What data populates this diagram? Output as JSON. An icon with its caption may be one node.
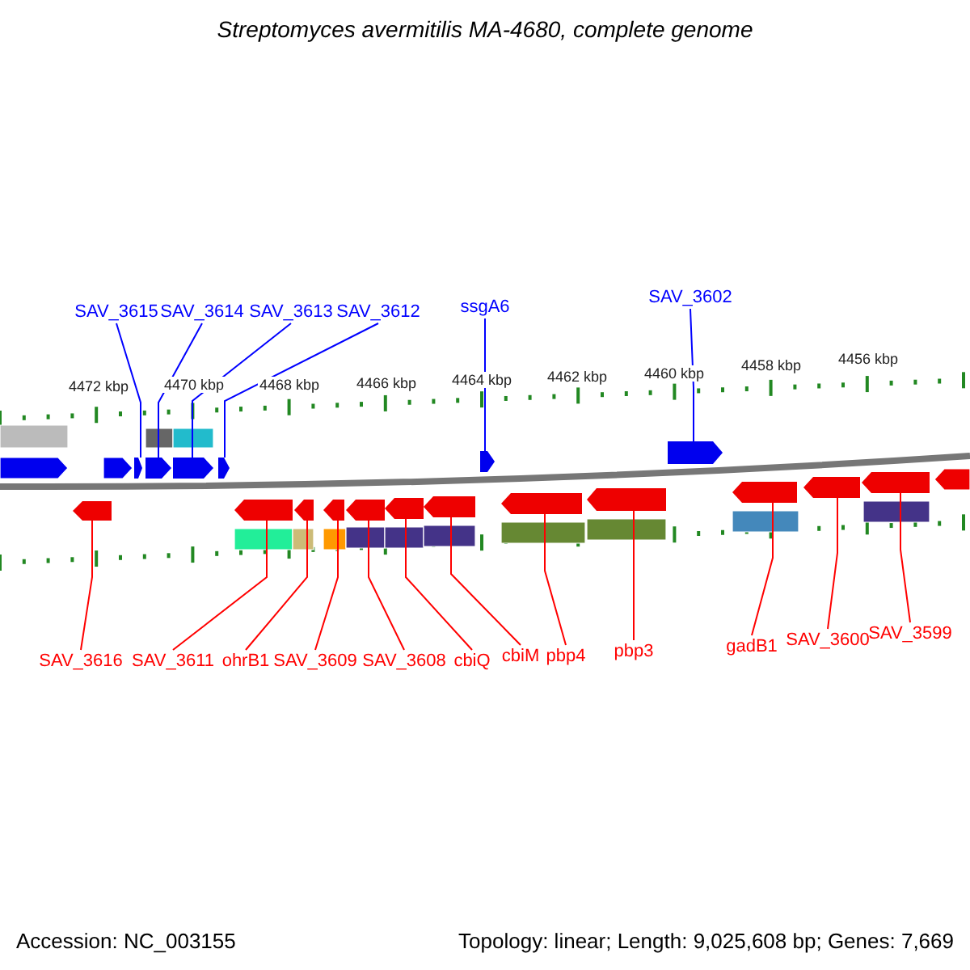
{
  "diagram": {
    "title": "Streptomyces avermitilis MA-4680, complete genome",
    "nodes": [
      {
        "text": [
          "SAV_3615"
        ]
      },
      {
        "text": [
          "SAV_3614"
        ]
      },
      {
        "text": [
          "SAV_3613"
        ]
      },
      {
        "text": [
          "SAV_3612"
        ]
      },
      {
        "text": [
          "ssgA6"
        ]
      },
      {
        "text": [
          "SAV_3602"
        ]
      },
      {
        "text": [
          "SAV_3616"
        ]
      },
      {
        "text": [
          "SAV_3611"
        ]
      },
      {
        "text": [
          "ohrB1"
        ]
      },
      {
        "text": [
          "SAV_3609"
        ]
      },
      {
        "text": [
          "SAV_3608"
        ]
      },
      {
        "text": [
          "cbiQ"
        ]
      },
      {
        "text": [
          "cbiM"
        ]
      },
      {
        "text": [
          "pbp4"
        ]
      },
      {
        "text": [
          "pbp3"
        ]
      },
      {
        "text": [
          "gadB1"
        ]
      },
      {
        "text": [
          "SAV_3600"
        ]
      },
      {
        "text": [
          "SAV_3599"
        ]
      },
      {
        "text": [],
        "shape": "arrow"
      },
      {
        "text": [],
        "shape": "arrow"
      },
      {
        "text": [],
        "shape": "arrow"
      },
      {
        "text": [],
        "shape": "arrow"
      },
      {
        "text": [],
        "shape": "arrow"
      },
      {
        "text": [],
        "shape": "arrow"
      },
      {
        "text": [],
        "shape": "arrow"
      },
      {
        "text": [],
        "shape": "arrow"
      },
      {
        "text": [],
        "shape": "arrow"
      },
      {
        "text": [],
        "shape": "arrow"
      },
      {
        "text": [],
        "shape": "arrow"
      },
      {
        "text": [],
        "shape": "arrow"
      },
      {
        "text": [],
        "shape": "arrow"
      },
      {
        "text": [],
        "shape": "arrow"
      },
      {
        "text": [],
        "shape": "arrow"
      },
      {
        "text": [],
        "shape": "arrow"
      },
      {
        "text": [],
        "shape": "arrow"
      },
      {
        "text": [],
        "shape": "arrow"
      }
    ],
    "edges": [
      {
        "from": 0,
        "to": 18,
        "arrow": "none",
        "color": "#0000ff"
      },
      {
        "from": 1,
        "to": 19,
        "arrow": "none",
        "color": "#0000ff"
      },
      {
        "from": 2,
        "to": 20,
        "arrow": "none",
        "color": "#0000ff"
      },
      {
        "from": 3,
        "to": 21,
        "arrow": "none",
        "color": "#0000ff"
      },
      {
        "from": 4,
        "to": 22,
        "arrow": "none",
        "color": "#0000ff"
      },
      {
        "from": 5,
        "to": 23,
        "arrow": "none",
        "color": "#0000ff"
      },
      {
        "from": 6,
        "to": 24,
        "arrow": "none"
      },
      {
        "from": 7,
        "to": 25,
        "arrow": "none"
      },
      {
        "from": 8,
        "to": 26,
        "arrow": "none"
      },
      {
        "from": 9,
        "to": 27,
        "arrow": "none"
      },
      {
        "from": 10,
        "to": 28,
        "arrow": "none"
      },
      {
        "from": 11,
        "to": 29,
        "arrow": "none"
      },
      {
        "from": 12,
        "to": 30,
        "arrow": "none"
      },
      {
        "from": 13,
        "to": 31,
        "arrow": "none"
      },
      {
        "from": 14,
        "to": 32,
        "arrow": "none"
      },
      {
        "from": 15,
        "to": 33,
        "arrow": "none"
      },
      {
        "from": 16,
        "to": 34,
        "arrow": "none"
      },
      {
        "from": 17,
        "to": 35,
        "arrow": "none"
      }
    ],
    "labels": [
      "4472 kbp",
      "4470 kbp",
      "4468 kbp",
      "4466 kbp",
      "4464 kbp",
      "4462 kbp",
      "4460 kbp",
      "4458 kbp",
      "4456 kbp",
      "Accession: NC_003155",
      "Topology: linear; Length: 9,025,608 bp; Genes: 7,669"
    ]
  }
}
